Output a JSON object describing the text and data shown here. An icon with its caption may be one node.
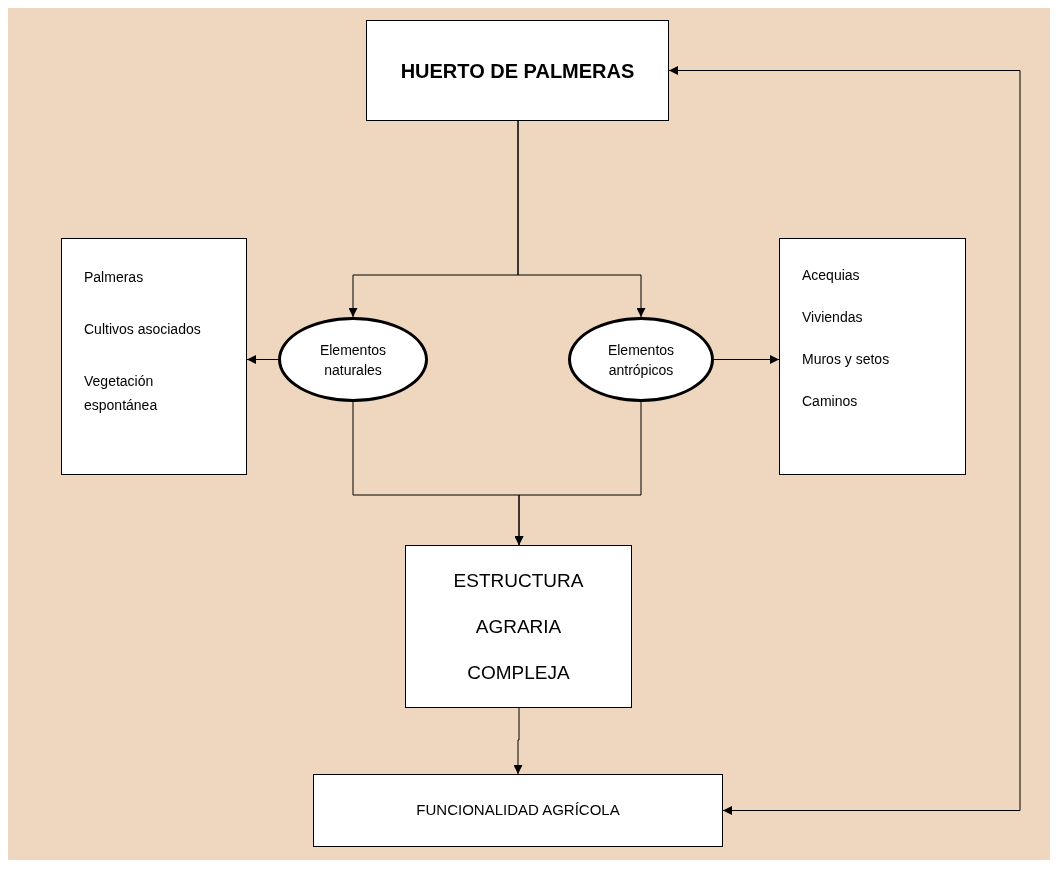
{
  "diagram": {
    "nodes": [
      {
        "text": [
          "HUERTO DE PALMERAS"
        ]
      },
      {
        "text": [
          "Elementos naturales"
        ]
      },
      {
        "text": [
          "Elementos antrópicos"
        ]
      },
      {
        "text": [
          "Palmeras",
          "Cultivos asociados",
          "Vegetación espontánea"
        ]
      },
      {
        "text": [
          "Acequias",
          "Viviendas",
          "Muros y setos",
          "Caminos"
        ]
      },
      {
        "text": [
          "ESTRUCTURA AGRARIA COMPLEJA"
        ]
      },
      {
        "text": [
          "FUNCIONALIDAD AGRÍCOLA"
        ]
      }
    ],
    "edges": [
      {
        "from": 0,
        "to": 1,
        "arrow": "to"
      },
      {
        "from": 0,
        "to": 2,
        "arrow": "to"
      },
      {
        "from": 1,
        "to": 3,
        "arrow": "to"
      },
      {
        "from": 2,
        "to": 4,
        "arrow": "to"
      },
      {
        "from": 1,
        "to": 5,
        "arrow": "to"
      },
      {
        "from": 2,
        "to": 5,
        "arrow": "to"
      },
      {
        "from": 5,
        "to": 6,
        "arrow": "to"
      },
      {
        "from": 0,
        "to": 6,
        "arrow": "both"
      }
    ]
  }
}
